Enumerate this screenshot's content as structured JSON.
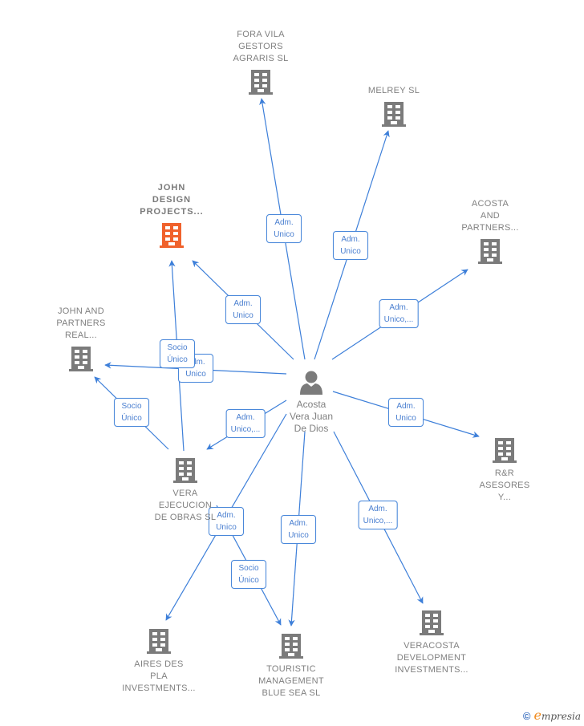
{
  "colors": {
    "edge": "#3d7fd9",
    "building": "#7b7b7b",
    "building_highlight": "#f0622c",
    "person": "#7b7b7b"
  },
  "center": {
    "id": "person",
    "name": "Acosta\nVera Juan\nDe Dios",
    "icon": "person-icon"
  },
  "companies": [
    {
      "id": "fora-vila",
      "name": "FORA VILA\nGESTORS\nAGRARIS  SL",
      "icon": "building-icon",
      "highlight": false
    },
    {
      "id": "melrey",
      "name": "MELREY  SL",
      "icon": "building-icon",
      "highlight": false
    },
    {
      "id": "john-design",
      "name": "JOHN\nDESIGN\nPROJECTS...",
      "icon": "building-icon",
      "highlight": true
    },
    {
      "id": "acosta-partners",
      "name": "ACOSTA\nAND\nPARTNERS...",
      "icon": "building-icon",
      "highlight": false
    },
    {
      "id": "john-partners",
      "name": "JOHN AND\nPARTNERS\nREAL...",
      "icon": "building-icon",
      "highlight": false
    },
    {
      "id": "rr-asesores",
      "name": "R&R\nASESORES\nY...",
      "icon": "building-icon",
      "highlight": false
    },
    {
      "id": "vera-ejecucion",
      "name": "VERA\nEJECUCION\nDE OBRAS  SL",
      "icon": "building-icon",
      "highlight": false
    },
    {
      "id": "aires-des-pla",
      "name": "AIRES DES\nPLA\nINVESTMENTS...",
      "icon": "building-icon",
      "highlight": false
    },
    {
      "id": "touristic",
      "name": "TOURISTIC\nMANAGEMENT\nBLUE SEA  SL",
      "icon": "building-icon",
      "highlight": false
    },
    {
      "id": "veracosta",
      "name": "VERACOSTA\nDEVELOPMENT\nINVESTMENTS...",
      "icon": "building-icon",
      "highlight": false
    }
  ],
  "edges": [
    {
      "from": "person",
      "to": "fora-vila",
      "label": "Adm.\nUnico"
    },
    {
      "from": "person",
      "to": "melrey",
      "label": "Adm.\nUnico"
    },
    {
      "from": "person",
      "to": "john-design",
      "label": "Adm.\nUnico"
    },
    {
      "from": "person",
      "to": "acosta-partners",
      "label": "Adm.\nUnico,..."
    },
    {
      "from": "person",
      "to": "john-partners",
      "label": "Adm.\nUnico"
    },
    {
      "from": "person",
      "to": "rr-asesores",
      "label": "Adm.\nUnico"
    },
    {
      "from": "person",
      "to": "vera-ejecucion",
      "label": "Adm.\nUnico,..."
    },
    {
      "from": "person",
      "to": "aires-des-pla",
      "label": "Adm.\nUnico"
    },
    {
      "from": "person",
      "to": "touristic",
      "label": "Adm.\nUnico"
    },
    {
      "from": "person",
      "to": "veracosta",
      "label": "Adm.\nUnico,..."
    },
    {
      "from": "vera-ejecucion",
      "to": "john-design",
      "label": "Socio\nÚnico"
    },
    {
      "from": "vera-ejecucion",
      "to": "john-partners",
      "label": "Socio\nÚnico"
    },
    {
      "from": "vera-ejecucion",
      "to": "touristic",
      "label": "Socio\nÚnico"
    }
  ],
  "footer": {
    "copyright": "©",
    "brand_initial": "e",
    "brand_rest": "mpresia"
  }
}
